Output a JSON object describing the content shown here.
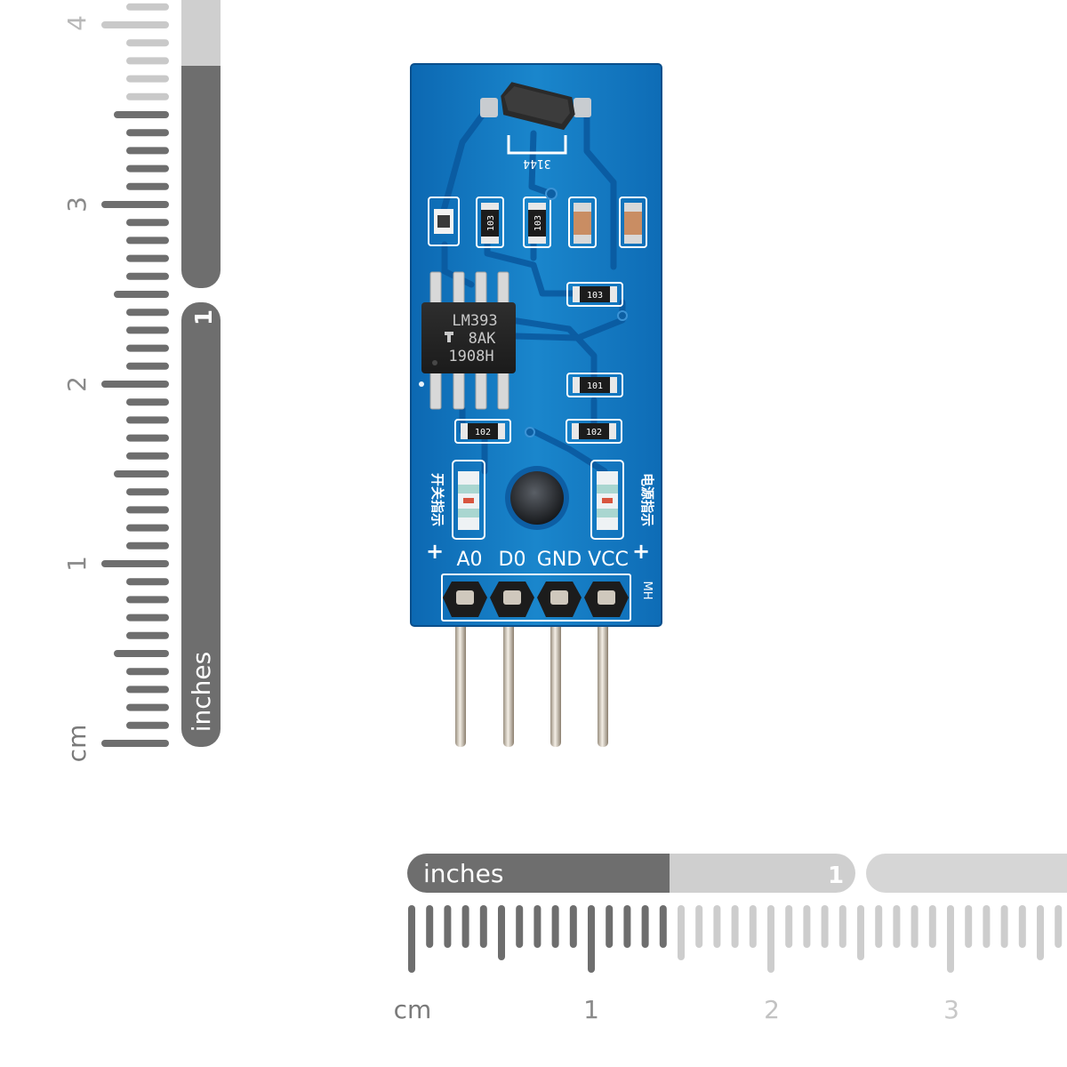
{
  "image": {
    "subject": "Hall effect sensor module on a blue PCB with a four-pin header, shown beside measuring rulers"
  },
  "vertical_ruler": {
    "unit_inches": "inches",
    "inch_number": "1",
    "unit_cm": "cm",
    "cm_numbers": [
      "1",
      "2",
      "3",
      "4"
    ]
  },
  "horizontal_ruler": {
    "unit_inches": "inches",
    "inch_number": "1",
    "unit_cm": "cm",
    "cm_numbers": [
      "1",
      "2",
      "3"
    ]
  },
  "board": {
    "sensor_marking": "3144",
    "chip": {
      "line1": "LM393",
      "line2": "8AK",
      "line3": "1908H"
    },
    "resistors": {
      "r_top_1": "103",
      "r_top_2": "103",
      "r_mid": "103",
      "r_low": "101",
      "r_bottom_left": "102",
      "r_bottom_right": "102"
    },
    "left_led_label": "开关指示",
    "right_led_label": "电源指示",
    "plus_left": "+",
    "plus_right": "+",
    "pins": [
      "A0",
      "D0",
      "GND",
      "VCC"
    ],
    "edge_marking": "MH"
  },
  "colors": {
    "pcb_blue": "#1576c0",
    "pcb_dark": "#0b5ea6",
    "ruler_dark": "#6f6f6f",
    "ruler_light": "#cdcdcd",
    "silkscreen": "#ffffff"
  }
}
